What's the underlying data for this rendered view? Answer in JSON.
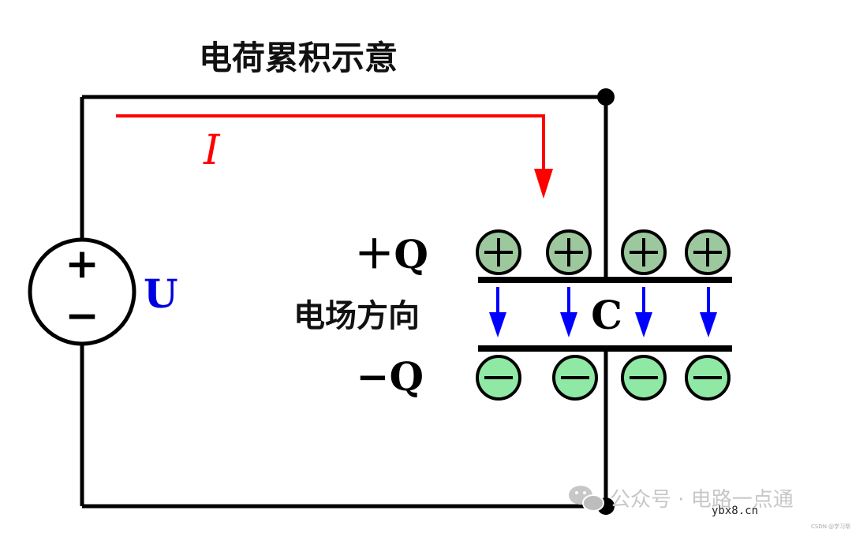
{
  "diagram": {
    "title": "电荷累积示意",
    "current_label": "I",
    "voltage_label": "U",
    "source_plus": "+",
    "source_minus": "−",
    "positive_charge_label": "＋Q",
    "negative_charge_label": "−Q",
    "field_label": "电场方向",
    "capacitor_label": "C",
    "positive_charge_count": 4,
    "negative_charge_count": 4,
    "field_arrow_count": 4
  },
  "watermark": {
    "text": "公众号 · 电路一点通",
    "icon": "wechat-icon",
    "site": "ybx8.cn",
    "csdn": "CSDN @学习帮"
  },
  "colors": {
    "wire": "#000000",
    "current": "#ff0000",
    "voltage_label": "#0000e0",
    "field_arrow": "#0000ff",
    "positive_fill": "#9dc89d",
    "negative_fill": "#8fe8a4",
    "watermark": "#c7c7c7"
  }
}
